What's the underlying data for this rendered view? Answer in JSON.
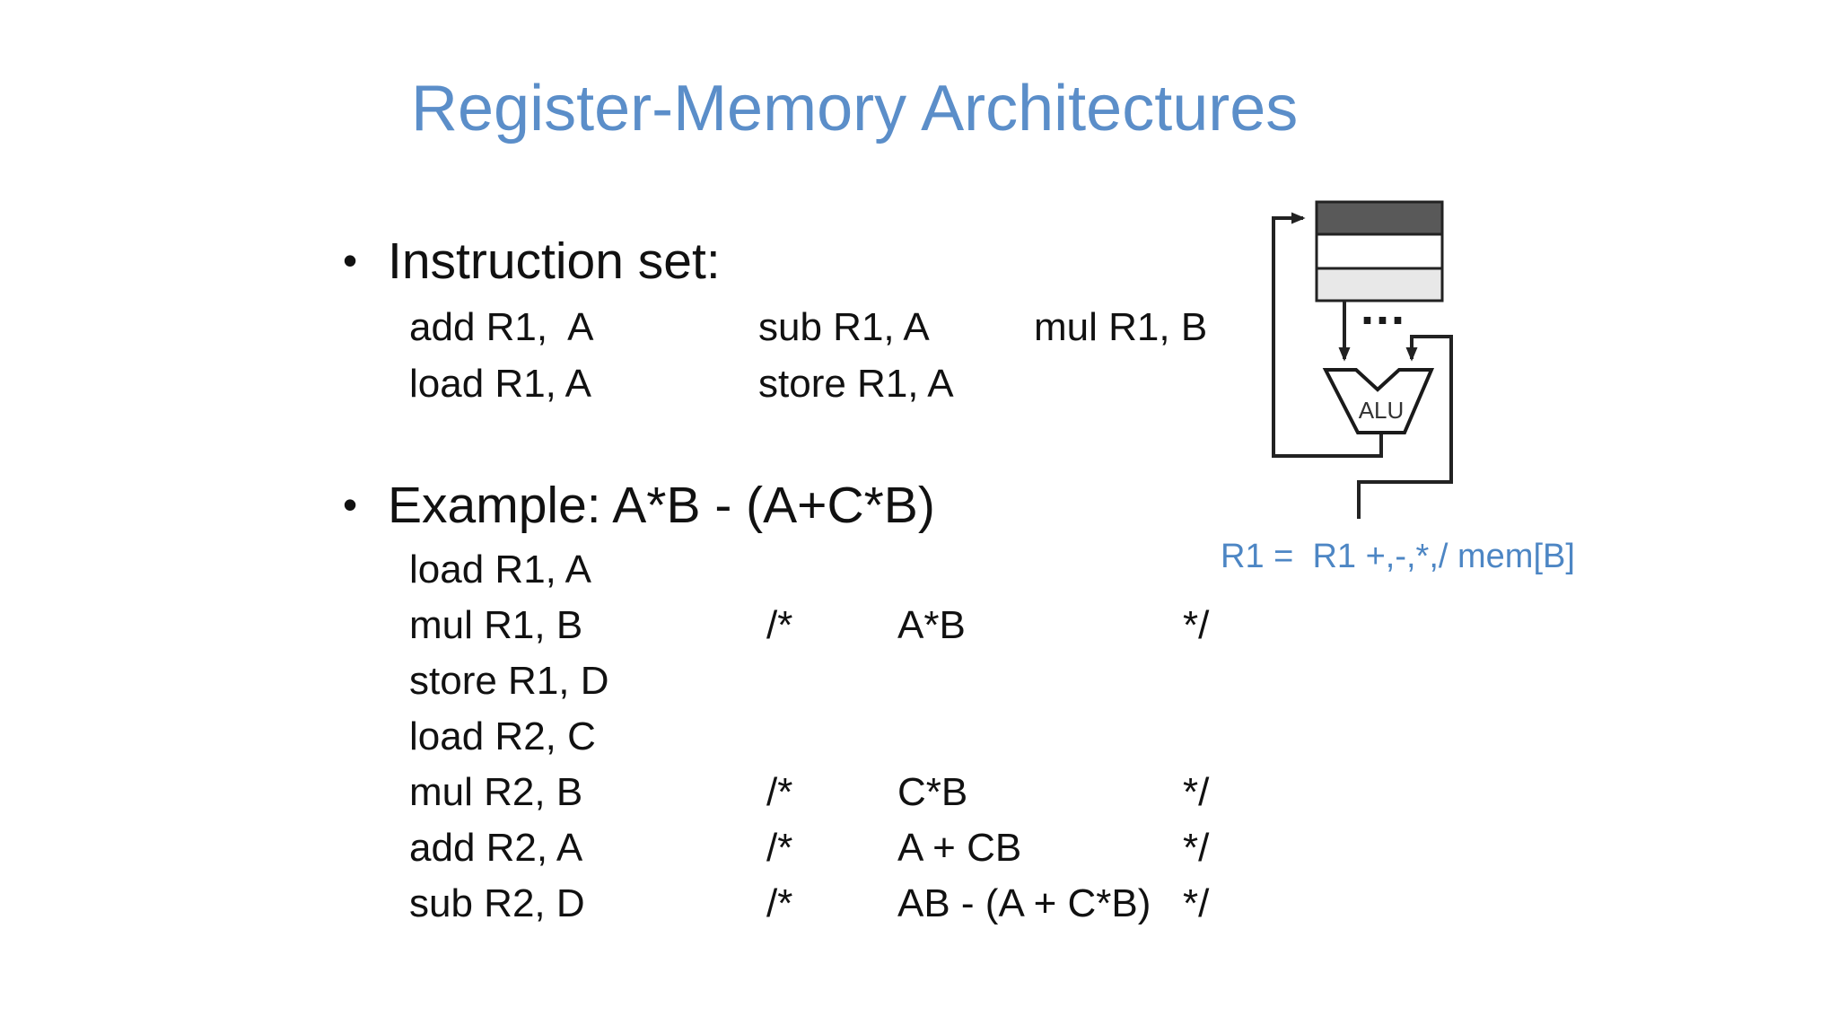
{
  "title": "Register-Memory Architectures",
  "bullet_glyph": "•",
  "instruction_set": {
    "heading": "Instruction set:",
    "rows": [
      {
        "col1": "add R1,  A",
        "col2": "sub R1, A",
        "col3": "mul R1, B"
      },
      {
        "col1": "load R1, A",
        "col2": "store R1, A",
        "col3": ""
      }
    ]
  },
  "example": {
    "heading": "Example: A*B - (A+C*B)",
    "lines": [
      {
        "instr": "load R1, A",
        "open": "",
        "expr": "",
        "close": ""
      },
      {
        "instr": "mul R1, B",
        "open": "/*",
        "expr": "A*B",
        "close": "*/"
      },
      {
        "instr": "store R1, D",
        "open": "",
        "expr": "",
        "close": ""
      },
      {
        "instr": "load R2, C",
        "open": "",
        "expr": "",
        "close": ""
      },
      {
        "instr": "mul R2, B",
        "open": "/*",
        "expr": "C*B",
        "close": "*/"
      },
      {
        "instr": "add R2, A",
        "open": "/*",
        "expr": "A + CB",
        "close": "*/"
      },
      {
        "instr": "sub R2, D",
        "open": "/*",
        "expr": "AB - (A + C*B)",
        "close": "*/"
      }
    ]
  },
  "diagram": {
    "alu_label": "ALU",
    "ellipsis": "...",
    "annotation": "R1 =  R1 +,-,*,/ mem[B]",
    "colors": {
      "register_top_fill": "#595959",
      "register_middle_fill": "#ffffff",
      "register_bottom_fill": "#e8e8e8",
      "line": "#222222"
    }
  },
  "colors": {
    "title_blue": "#5b8ec9",
    "annotation_blue": "#4d86c4",
    "body_text": "#111111",
    "background": "#ffffff"
  }
}
